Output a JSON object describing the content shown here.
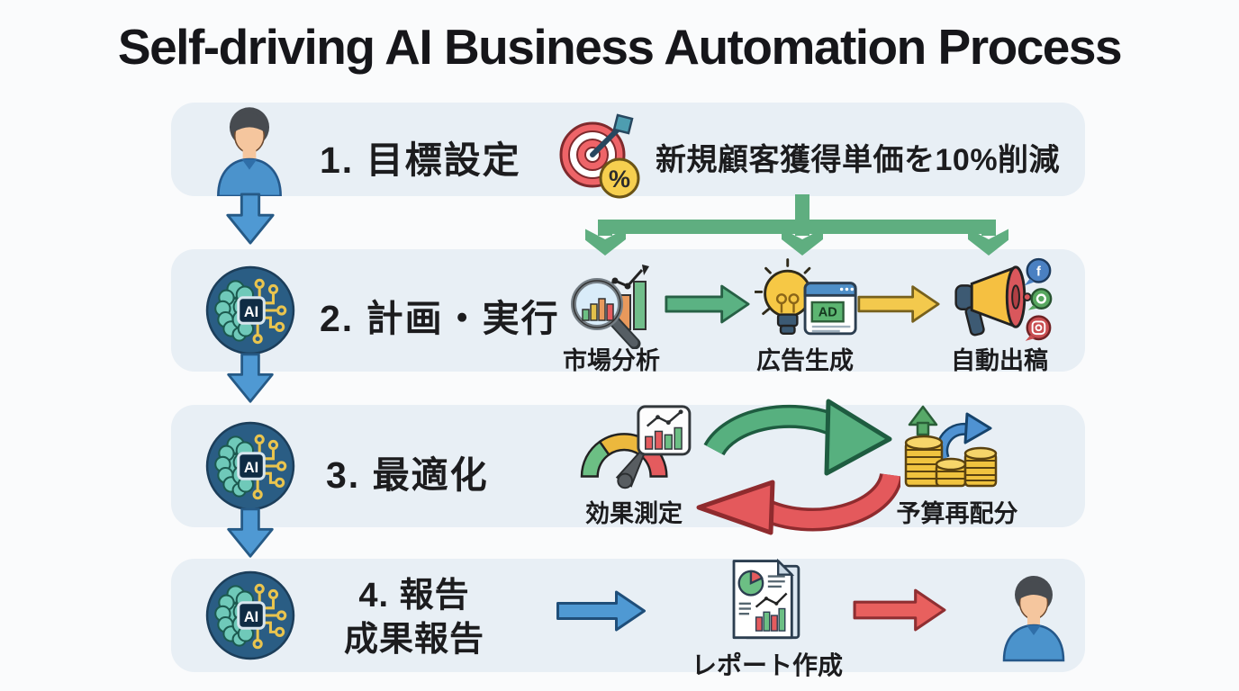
{
  "title": "Self-driving AI Business Automation Process",
  "colors": {
    "background": "#fafbfc",
    "band": "#e8eff5",
    "connector_green": "#5fae80",
    "arrow_green": "#5bb283",
    "arrow_yellow": "#f3c94d",
    "arrow_blue": "#4f99d3",
    "arrow_red": "#e8605e",
    "ai_circle": "#2a5d84",
    "brain_teal": "#6fc9b9",
    "circuit_yellow": "#e9c44e",
    "text": "#1c1c1e"
  },
  "steps": [
    {
      "label": "1. 目標設定",
      "actor_icon": "human-icon",
      "goal": {
        "icon": "target-percent-icon",
        "text": "新規顧客獲得単価を10%削減"
      }
    },
    {
      "label": "2. 計画・実行",
      "actor_icon": "ai-brain-icon",
      "flow": [
        {
          "icon": "market-analysis-icon",
          "label": "市場分析"
        },
        {
          "icon": "arrow-right-green"
        },
        {
          "icon": "ad-generation-icon",
          "label": "広告生成"
        },
        {
          "icon": "arrow-right-yellow"
        },
        {
          "icon": "auto-posting-icon",
          "label": "自動出稿"
        }
      ]
    },
    {
      "label": "3. 最適化",
      "actor_icon": "ai-brain-icon",
      "flow": [
        {
          "icon": "gauge-icon",
          "label": "効果測定"
        },
        {
          "icon": "cycle-arrows-icon"
        },
        {
          "icon": "coin-stacks-icon",
          "label": "予算再配分"
        }
      ]
    },
    {
      "label_line1": "4. 報告",
      "label_line2": "成果報告",
      "actor_icon": "ai-brain-icon",
      "flow": [
        {
          "icon": "arrow-right-blue"
        },
        {
          "icon": "report-document-icon",
          "label": "レポート作成"
        },
        {
          "icon": "arrow-right-red"
        },
        {
          "icon": "human-icon"
        }
      ]
    }
  ],
  "icon_text": {
    "ai_chip": "AI",
    "ad_box": "AD",
    "percent_badge": "%",
    "social_f": "f"
  }
}
